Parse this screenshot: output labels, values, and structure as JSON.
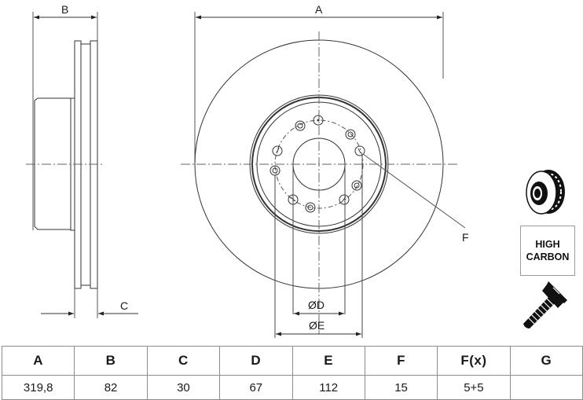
{
  "drawing": {
    "side_view": {
      "dimension_labels": {
        "width": "B",
        "thickness": "C"
      }
    },
    "front_view": {
      "dimension_labels": {
        "outer_diameter": "A",
        "center_bore": "ØD",
        "bolt_circle": "ØE",
        "hole_diameter": "F"
      },
      "bolt_hole_count": 10
    }
  },
  "badges": {
    "disc_icon": "vented-brake-disc-icon",
    "material_label_line1": "HIGH",
    "material_label_line2": "CARBON",
    "screw_icon": "countersunk-screw-icon"
  },
  "spec_table": {
    "headers": [
      "A",
      "B",
      "C",
      "D",
      "E",
      "F",
      "F(x)",
      "G"
    ],
    "values": [
      "319,8",
      "82",
      "30",
      "67",
      "112",
      "15",
      "5+5",
      ""
    ]
  }
}
